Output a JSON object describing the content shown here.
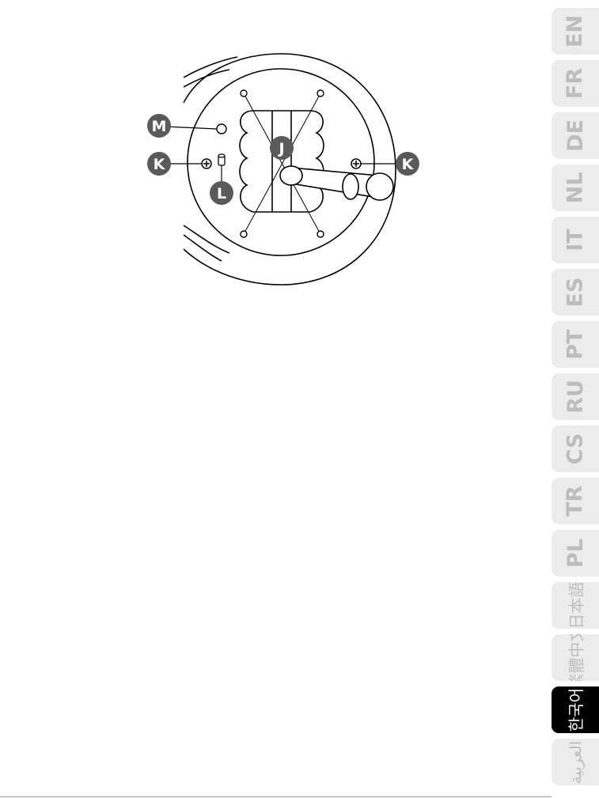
{
  "diagram": {
    "callouts": [
      {
        "id": "M",
        "label": "M"
      },
      {
        "id": "K-left",
        "label": "K"
      },
      {
        "id": "J",
        "label": "J"
      },
      {
        "id": "K-right",
        "label": "K"
      },
      {
        "id": "L",
        "label": "L"
      }
    ],
    "callout_color": "#5a5a5a"
  },
  "languages": [
    {
      "code": "EN",
      "active": false
    },
    {
      "code": "FR",
      "active": false
    },
    {
      "code": "DE",
      "active": false
    },
    {
      "code": "NL",
      "active": false
    },
    {
      "code": "IT",
      "active": false
    },
    {
      "code": "ES",
      "active": false
    },
    {
      "code": "PT",
      "active": false
    },
    {
      "code": "RU",
      "active": false
    },
    {
      "code": "CS",
      "active": false
    },
    {
      "code": "TR",
      "active": false
    },
    {
      "code": "PL",
      "active": false
    },
    {
      "code": "日本語",
      "active": false
    },
    {
      "code": "繁體中文",
      "active": false
    },
    {
      "code": "한국어",
      "active": true
    },
    {
      "code": "العربية",
      "active": false
    }
  ],
  "colors": {
    "tab_inactive": "#ececec",
    "tab_active": "#000000",
    "label_inactive": "#bdbdbd",
    "label_active": "#ffffff"
  }
}
